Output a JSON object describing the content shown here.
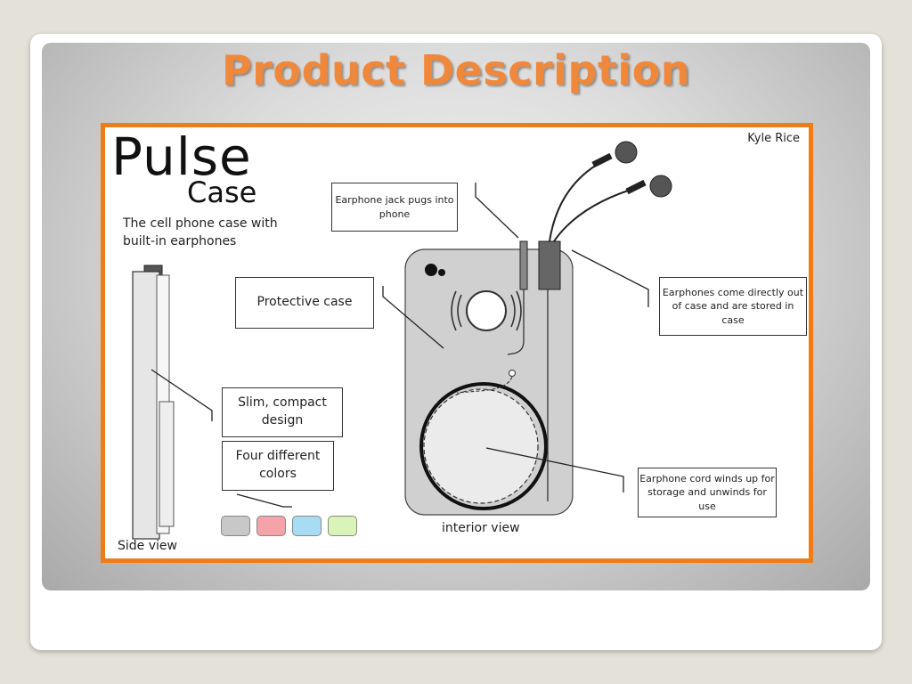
{
  "slide": {
    "title": "Product Description"
  },
  "diagram": {
    "brand_line1": "Pulse",
    "brand_line2": "Case",
    "author": "Kyle Rice",
    "tagline": "The cell phone case with built-in earphones",
    "callouts": {
      "jack": "Earphone jack pugs into phone",
      "protective": "Protective case",
      "earphones": "Earphones come directly out of case and are stored in case",
      "slim": "Slim, compact design",
      "colors": "Four different colors",
      "cord": "Earphone cord winds up for storage and unwinds for use"
    },
    "labels": {
      "side_view": "Side view",
      "interior_view": "interior view"
    },
    "color_swatches": [
      "#c8c8c8",
      "#f4a3a8",
      "#a8dcf4",
      "#d8f4b8"
    ],
    "colors": {
      "accent_orange": "#ee7d16",
      "title_orange": "#f0883c"
    }
  }
}
